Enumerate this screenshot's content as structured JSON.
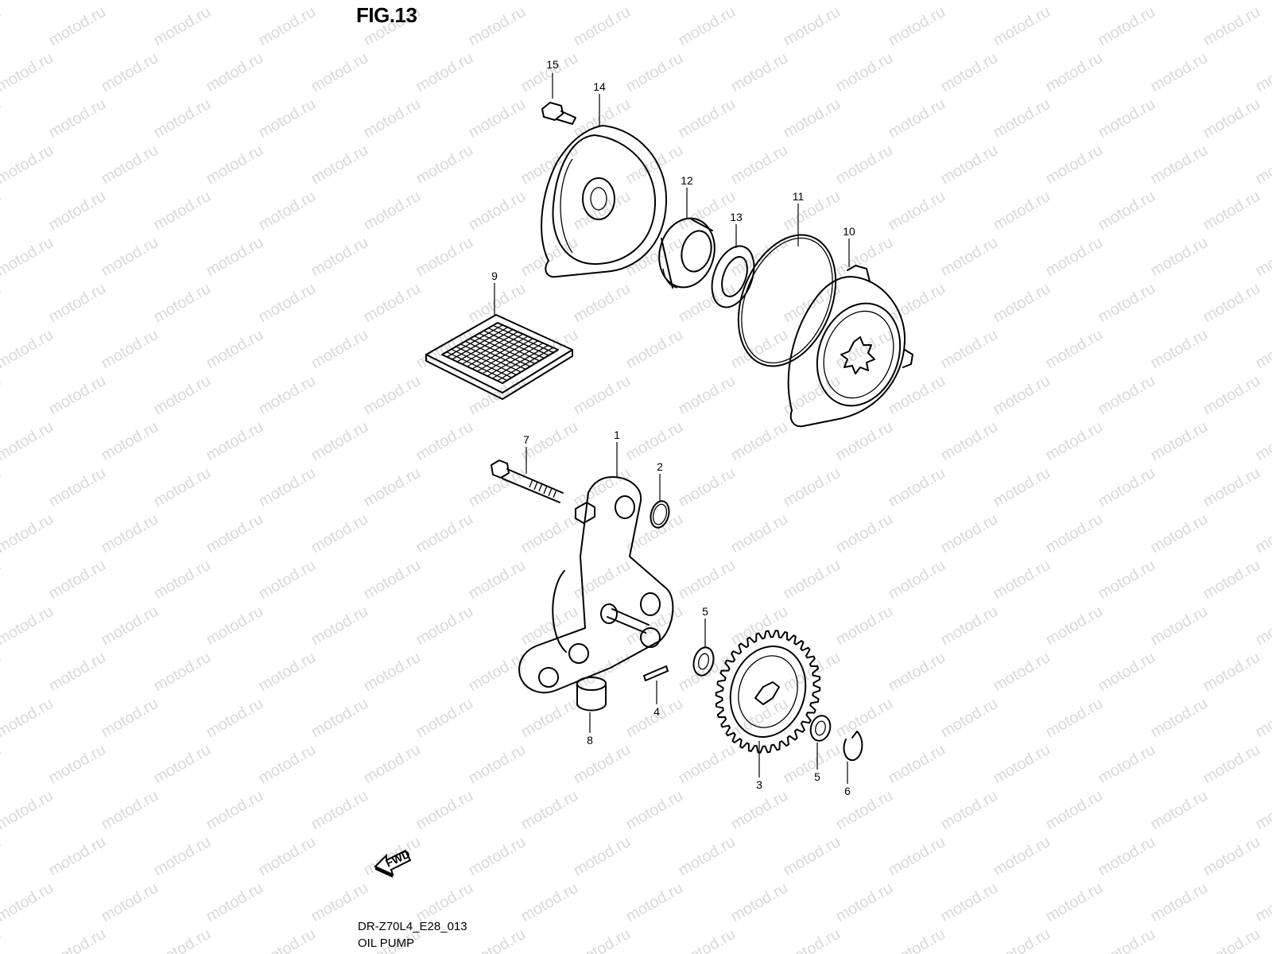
{
  "figure": {
    "title": "FIG.13",
    "drawing_code": "DR-Z70L4_E28_013",
    "drawing_name": "OIL PUMP",
    "watermark": "motod.ru",
    "fwd_label": "FWD"
  },
  "callouts": [
    {
      "id": "1",
      "part": "oil-pump-body"
    },
    {
      "id": "2",
      "part": "o-ring-small"
    },
    {
      "id": "3",
      "part": "driven-gear"
    },
    {
      "id": "4",
      "part": "pin"
    },
    {
      "id": "5",
      "part": "washer-upper"
    },
    {
      "id": "5",
      "part": "washer-lower"
    },
    {
      "id": "6",
      "part": "circlip"
    },
    {
      "id": "7",
      "part": "bolt-long"
    },
    {
      "id": "8",
      "part": "dowel"
    },
    {
      "id": "9",
      "part": "strainer"
    },
    {
      "id": "10",
      "part": "pump-cover"
    },
    {
      "id": "11",
      "part": "o-ring-large"
    },
    {
      "id": "12",
      "part": "oil-seal"
    },
    {
      "id": "13",
      "part": "washer-seal"
    },
    {
      "id": "14",
      "part": "cover-plate"
    },
    {
      "id": "15",
      "part": "bolt-small"
    }
  ]
}
